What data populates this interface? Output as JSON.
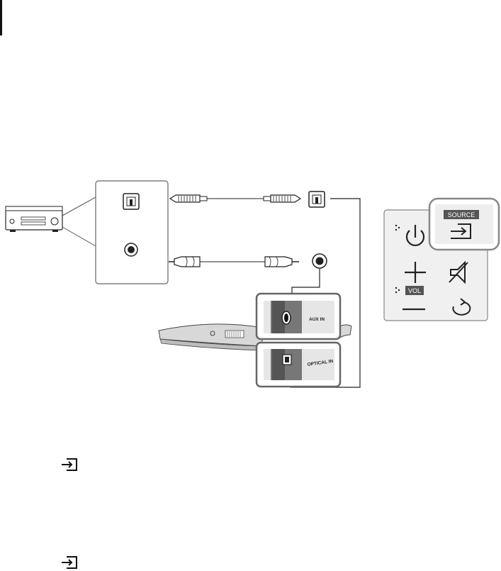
{
  "diagram": {
    "remote_panel": {
      "source_label": "SOURCE",
      "vol_label": "VOL",
      "buttons": [
        "power-icon",
        "source-icon",
        "plus-icon",
        "mute-icon",
        "minus-icon",
        "repeat-icon"
      ]
    },
    "soundbar_ports": {
      "aux_label": "AUX IN",
      "optical_label": "OPTICAL IN"
    },
    "cables": [
      "optical-cable",
      "aux-cable"
    ],
    "device": "external-device-icon"
  },
  "text_icons": [
    "source-icon",
    "source-icon"
  ],
  "colors": {
    "line": "#1a1a1a",
    "panel_fill": "#f0f0f0",
    "panel_border": "#888888",
    "port_dark": "#5a5a5a",
    "port_mid": "#7a7a7a"
  }
}
